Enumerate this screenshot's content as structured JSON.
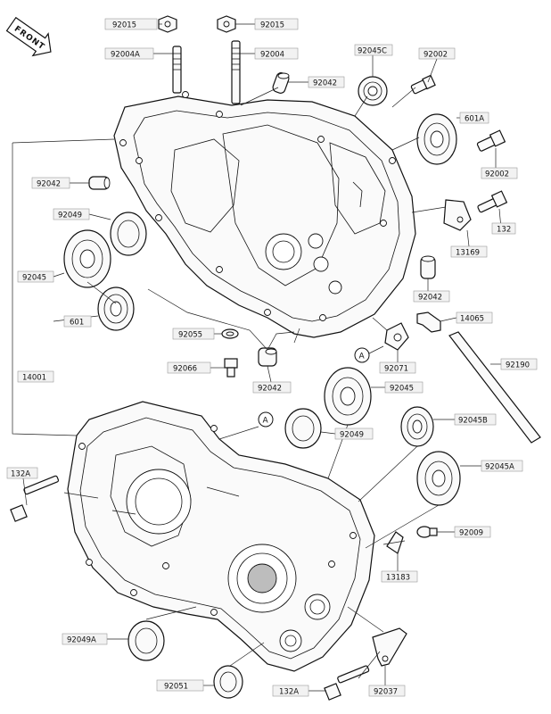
{
  "front_marker": "FRONT",
  "callout_a": "A",
  "labels": [
    "92015",
    "92015",
    "92004A",
    "92004",
    "92045C",
    "92002",
    "92042",
    "601A",
    "92002",
    "92042",
    "92049",
    "132",
    "13169",
    "92045",
    "92042",
    "601",
    "14065",
    "92055",
    "92071",
    "92190",
    "92066",
    "92042",
    "14001",
    "92045",
    "92049",
    "92045B",
    "92045A",
    "132A",
    "92009",
    "13183",
    "92049A",
    "92051",
    "132A",
    "92037"
  ]
}
